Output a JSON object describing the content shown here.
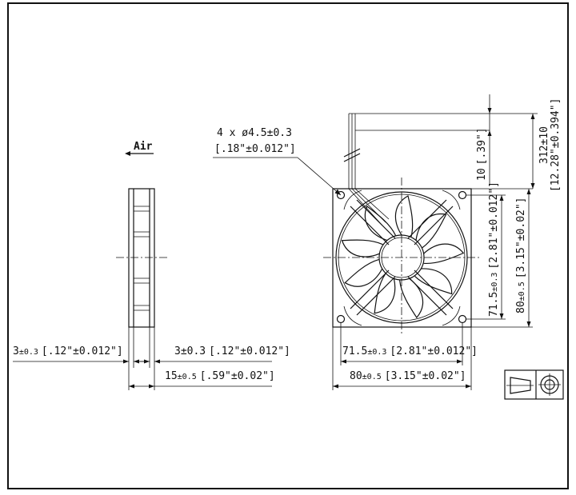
{
  "labels": {
    "air": "Air",
    "hole_spec_1": "4 x ø4.5±0.3",
    "hole_spec_2": "[.18\"±0.012\"]"
  },
  "dimensions": {
    "wall_left_main": "3",
    "wall_left_tol": "±0.3",
    "wall_left_inch": "[.12\"±0.012\"]",
    "wall_right_main": "3±0.3",
    "wall_right_inch": "[.12\"±0.012\"]",
    "depth_main": "15",
    "depth_tol": "±0.5",
    "depth_inch": "[.59\"±0.02\"]",
    "hole_spacing_main": "71.5",
    "hole_spacing_tol": "±0.3",
    "hole_spacing_inch": "[2.81\"±0.012\"]",
    "frame_main": "80",
    "frame_tol": "±0.5",
    "frame_inch": "[3.15\"±0.02\"]",
    "strip_main": "10",
    "strip_inch": "[.39\"]",
    "lead_main": "312±10",
    "lead_inch": "[12.28\"±0.394\"]"
  },
  "symbols": {
    "projection": "third-angle-projection-symbol"
  }
}
